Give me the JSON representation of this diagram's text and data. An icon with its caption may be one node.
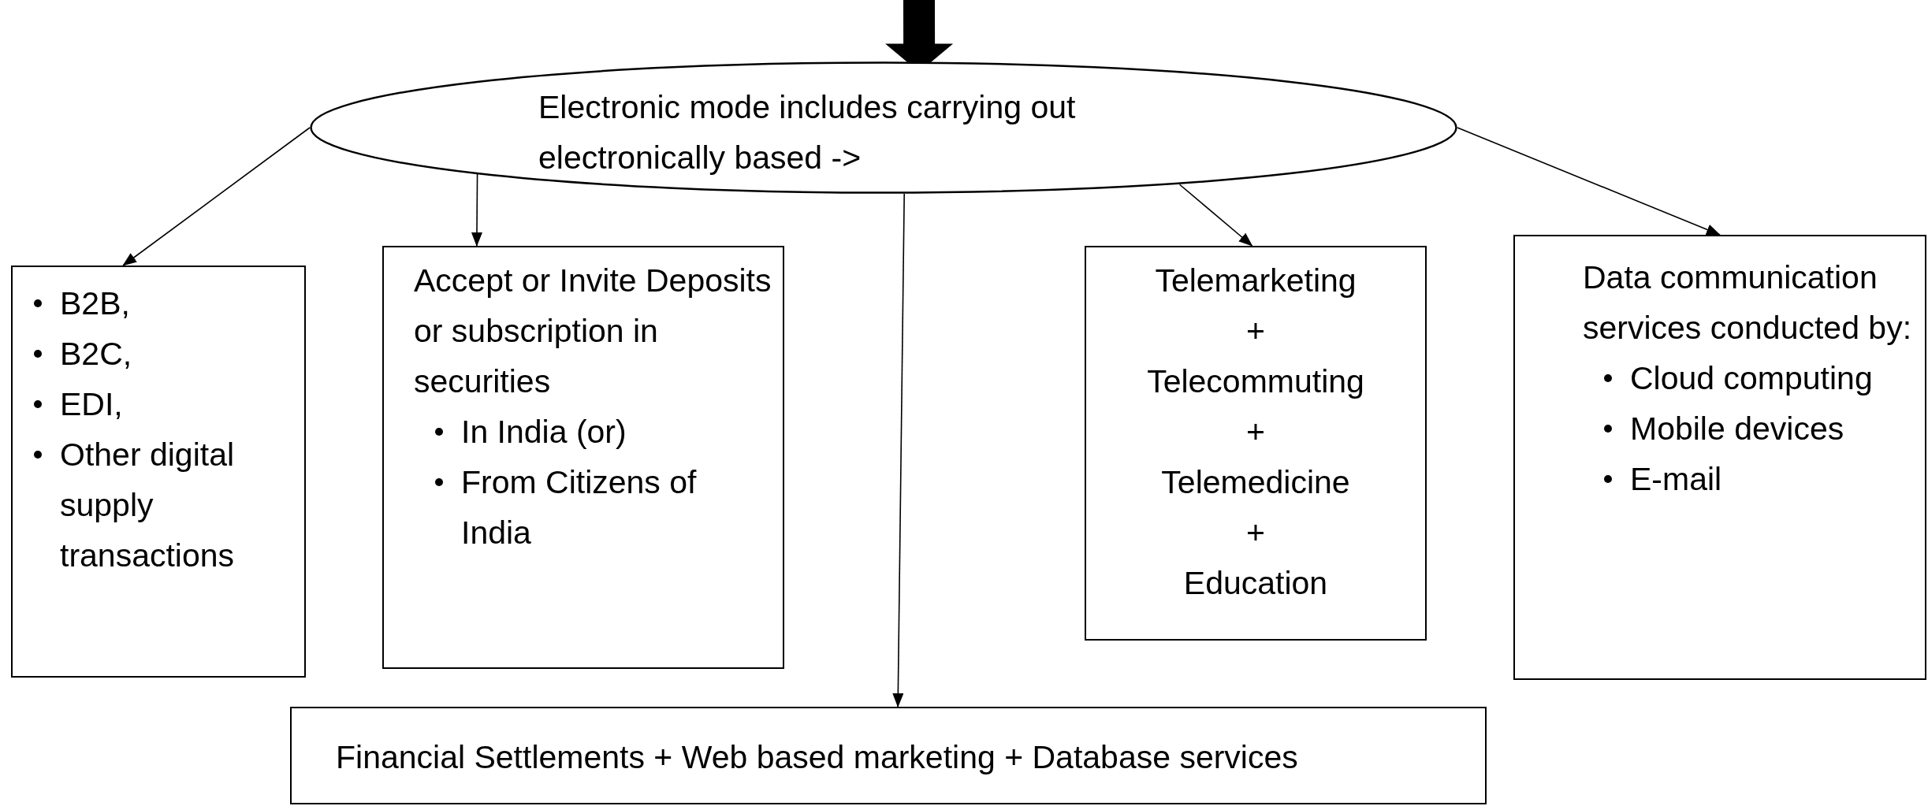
{
  "diagram": {
    "nodes": [
      {
        "text": [
          "Electronic mode includes carrying out electronically based ->"
        ]
      },
      {
        "text": [
          "B2B,",
          "B2C,",
          "EDI,",
          "Other digital supply transactions"
        ]
      },
      {
        "text": [
          "Accept or Invite Deposits or subscription in securities",
          "In India (or)",
          "From Citizens of India"
        ]
      },
      {
        "text": [
          "Telemarketing",
          "+",
          "Telecommuting",
          "+",
          "Telemedicine",
          "+",
          "Education"
        ]
      },
      {
        "text": [
          "Data communication services conducted by:",
          "Cloud computing",
          "Mobile devices",
          "E-mail"
        ]
      },
      {
        "text": [
          "Financial Settlements + Web based marketing + Database services"
        ]
      }
    ],
    "edges": [
      {
        "from": null,
        "to": 0,
        "arrow": "to",
        "style": "thick"
      },
      {
        "from": 0,
        "to": 1,
        "arrow": "to"
      },
      {
        "from": 0,
        "to": 2,
        "arrow": "to"
      },
      {
        "from": 0,
        "to": 5,
        "arrow": "to"
      },
      {
        "from": 0,
        "to": 3,
        "arrow": "to"
      },
      {
        "from": 0,
        "to": 4,
        "arrow": "to"
      }
    ]
  }
}
